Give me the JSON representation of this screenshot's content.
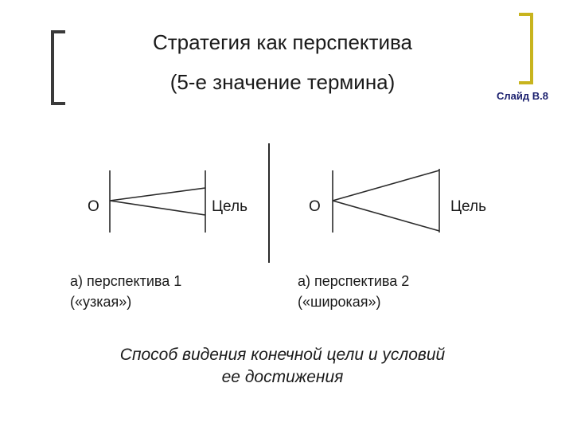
{
  "title": {
    "line1": "Стратегия как перспектива",
    "line2": "(5-е значение термина)"
  },
  "slide_label": "Слайд В.8",
  "diagram": {
    "left": {
      "observer": "О",
      "target": "Цель",
      "caption_line1": "а) перспектива 1",
      "caption_line2": "(«узкая»)"
    },
    "right": {
      "observer": "О",
      "target": "Цель",
      "caption_line1": "а) перспектива 2",
      "caption_line2": "(«широкая»)"
    }
  },
  "footer": {
    "line1": "Способ видения конечной цели и условий",
    "line2": "ее достижения"
  },
  "colors": {
    "bracket_left": "#3a3a3a",
    "bracket_right": "#c8b41e",
    "slide_label": "#1a1f6e"
  }
}
